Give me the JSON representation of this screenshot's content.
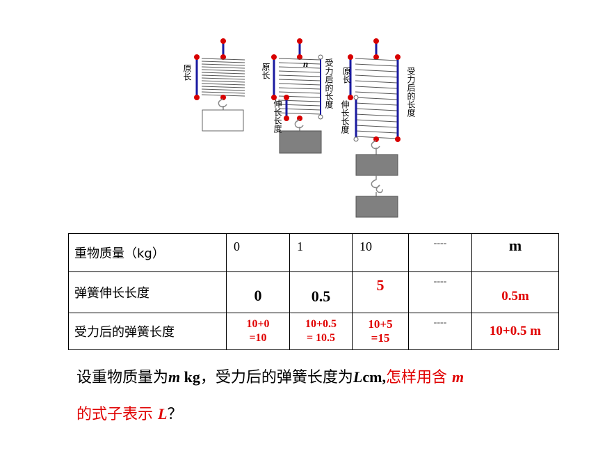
{
  "figure": {
    "spring1": {
      "original_length": "原长"
    },
    "spring2": {
      "original_length": "原长",
      "extension": "伸长长度",
      "length_after": "受力后的长度",
      "n_label": "n"
    },
    "spring3": {
      "original_length": "原长",
      "extension": "伸长长度",
      "length_after": "受力后的长度"
    }
  },
  "table": {
    "row1": {
      "label": "重物质量（kg）",
      "c1": "0",
      "c2": "1",
      "c3": "10",
      "c4": "----",
      "c5": "m"
    },
    "row2": {
      "label": "弹簧伸长长度",
      "c1": "0",
      "c2": "0.5",
      "c3": "5",
      "c4": "----",
      "c5": "0.5m"
    },
    "row3": {
      "label": "受力后的弹簧长度",
      "c1a": "10+0",
      "c1b": "=10",
      "c2a": "10+0.5",
      "c2b": "= 10.5",
      "c3a": "10+5",
      "c3b": "=15",
      "c4": "----",
      "c5": "10+0.5 m"
    }
  },
  "question": {
    "p1": "设重物质量为",
    "m1": "m",
    "p2": " kg",
    "p3": "，受力后的弹簧长度为",
    "L1": "L",
    "p4": "cm,",
    "p5": "怎样用含 ",
    "m2": "m",
    "p6": " 的式子表示 ",
    "L2": "L",
    "p7": "？"
  },
  "colors": {
    "accent_red": "#e00000",
    "line_blue": "#1a1aa0",
    "node_red": "#d80000",
    "weight_gray": "#808080"
  }
}
